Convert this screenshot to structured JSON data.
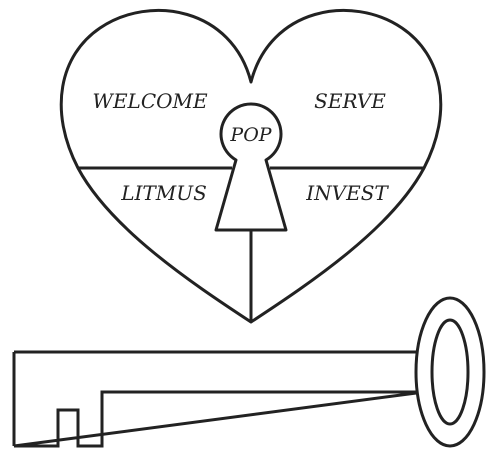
{
  "diagram": {
    "labels": {
      "top_left": "WELCOME",
      "top_right": "SERVE",
      "keyhole": "POP",
      "bottom_left": "LITMUS",
      "bottom_right": "INVEST"
    },
    "colors": {
      "stroke": "#222222",
      "background": "#ffffff"
    },
    "icons": [
      "heart-icon",
      "keyhole-icon",
      "key-icon"
    ]
  }
}
